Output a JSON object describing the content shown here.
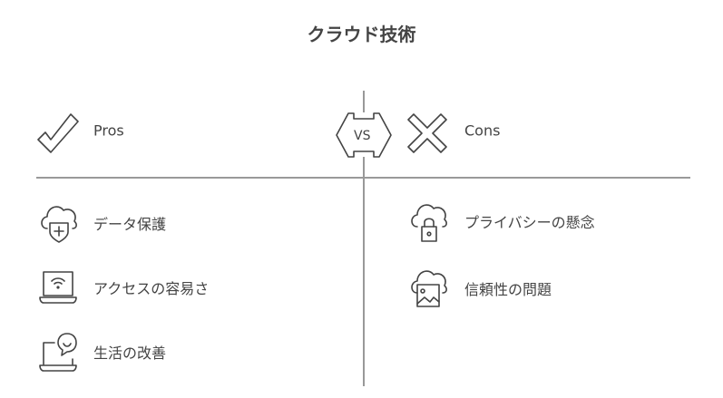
{
  "title": "クラウド技術",
  "pros": {
    "label": "Pros",
    "items": [
      {
        "label": "データ保護",
        "icon": "cloud-shield-icon"
      },
      {
        "label": "アクセスの容易さ",
        "icon": "laptop-wifi-icon"
      },
      {
        "label": "生活の改善",
        "icon": "laptop-smile-icon"
      }
    ]
  },
  "vs_label": "VS",
  "cons": {
    "label": "Cons",
    "items": [
      {
        "label": "プライバシーの懸念",
        "icon": "cloud-lock-icon"
      },
      {
        "label": "信頼性の問題",
        "icon": "cloud-image-icon"
      }
    ]
  }
}
